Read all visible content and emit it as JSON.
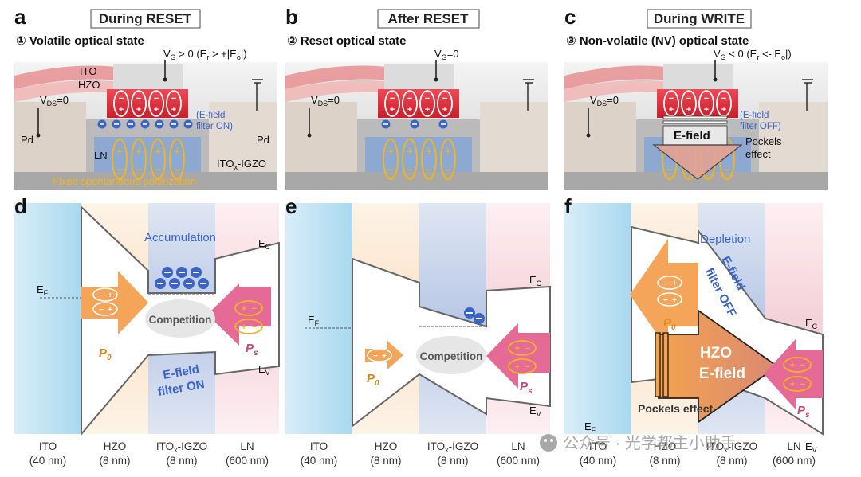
{
  "panels": {
    "a": {
      "letter": "a",
      "header": "During RESET",
      "subtitle": "① Volatile optical state",
      "vg": "V",
      "vg_sub": "G",
      "vg_rest": " > 0 (E",
      "vg_sub2": "r",
      "vg_rest2": " > +|E",
      "vg_sub3": "o",
      "vg_rest3": "|)",
      "vds": "V",
      "vds_sub": "DS",
      "vds_rest": "=0",
      "ito": "ITO",
      "hzo": "HZO",
      "pd_left": "Pd",
      "pd_right": "Pd",
      "ln": "LN",
      "itox": "ITO",
      "itox_sub": "x",
      "itox_rest": "-IGZO",
      "efield1": "(E-field",
      "efield2": "filter ON)",
      "spont": "Fixed spontaneous polarization"
    },
    "b": {
      "letter": "b",
      "header": "After RESET",
      "subtitle": "② Reset optical state",
      "vg": "V",
      "vg_sub": "G",
      "vg_rest": "=0",
      "vds": "V",
      "vds_sub": "DS",
      "vds_rest": "=0"
    },
    "c": {
      "letter": "c",
      "header": "During WRITE",
      "subtitle": "③ Non-volatile (NV) optical state",
      "vg": "V",
      "vg_sub": "G",
      "vg_rest": " < 0 (E",
      "vg_sub2": "r",
      "vg_rest2": " <-|E",
      "vg_sub3": "o",
      "vg_rest3": "|)",
      "vds": "V",
      "vds_sub": "DS",
      "vds_rest": "=0",
      "efield": "E-field",
      "efield1": "(E-field",
      "efield2": "filter OFF)",
      "pockels1": "Pockels",
      "pockels2": "effect"
    },
    "d": {
      "letter": "d",
      "accumulation": "Accumulation",
      "competition": "Competition",
      "filter1": "E-field",
      "filter2": "filter ON",
      "ec": "E",
      "ec_sub": "C",
      "ev": "E",
      "ev_sub": "V",
      "ef": "E",
      "ef_sub": "F",
      "p0": "P",
      "p0_sub": "0",
      "ps": "P",
      "ps_sub": "s"
    },
    "e": {
      "letter": "e",
      "competition": "Competition",
      "ec": "E",
      "ec_sub": "C",
      "ev": "E",
      "ev_sub": "V",
      "ef": "E",
      "ef_sub": "F",
      "p0": "P",
      "p0_sub": "0",
      "ps": "P",
      "ps_sub": "s"
    },
    "f": {
      "letter": "f",
      "depletion": "Depletion",
      "filter1": "E-field",
      "filter2": "filter OFF",
      "hzo1": "HZO",
      "hzo2": "E-field",
      "pockels": "Pockels effect",
      "ec": "E",
      "ec_sub": "C",
      "ev": "E",
      "ev_sub": "V",
      "ef": "E",
      "ef_sub": "F",
      "p0": "P",
      "p0_sub": "0",
      "ps": "P",
      "ps_sub": "s"
    }
  },
  "layers": [
    {
      "name": "ITO",
      "thick": "(40 nm)"
    },
    {
      "name": "HZO",
      "thick": "(8 nm)"
    },
    {
      "name": "ITO",
      "sub": "x",
      "rest": "-IGZO",
      "thick": "(8 nm)"
    },
    {
      "name": "LN",
      "thick": "(600 nm)"
    }
  ],
  "watermark": "公众号 · 光学都主小助手",
  "colors": {
    "ito": "#bfe2f2",
    "hzo": "#fbe3c8",
    "igzo": "#b9c8e6",
    "ln": "#f6d6dc",
    "arrow_orange": "#f5a55a",
    "arrow_pink": "#e66a96",
    "blue_text": "#3a64c8",
    "yellow": "#f2b420"
  }
}
